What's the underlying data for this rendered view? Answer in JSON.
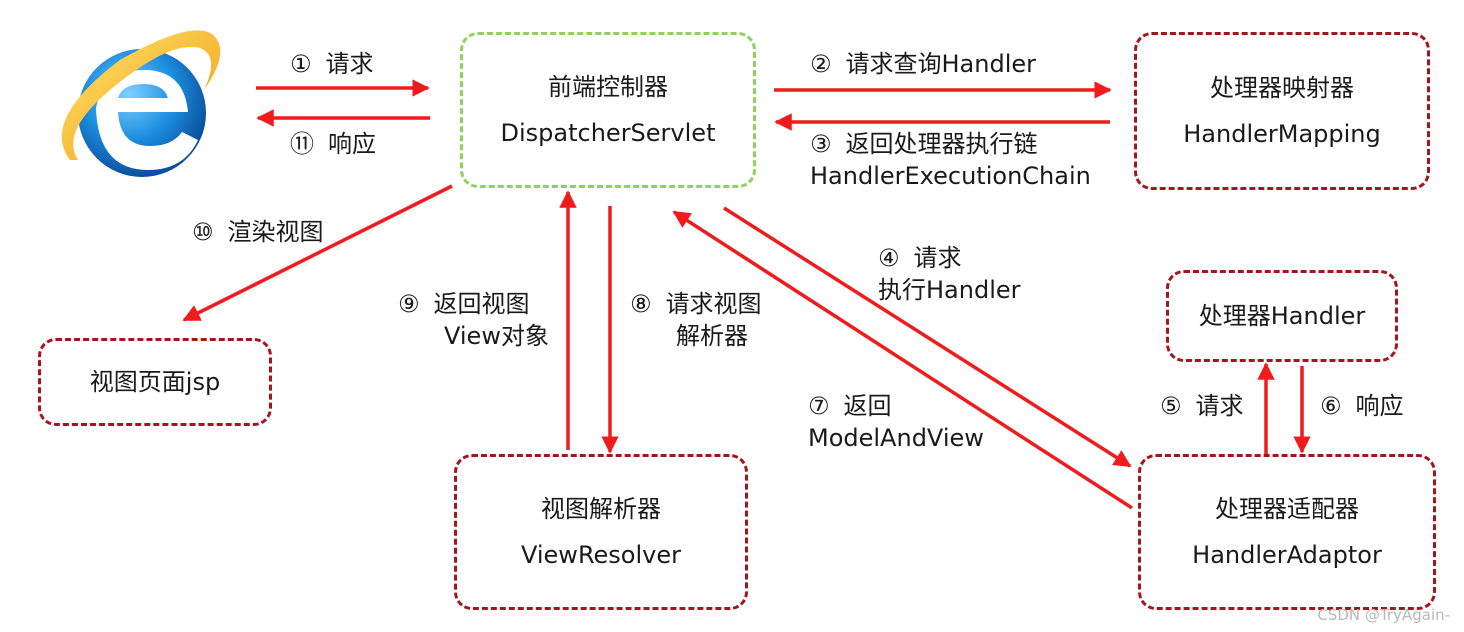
{
  "colors": {
    "arrow": "#ee1c1c",
    "node_border": "#a8141c",
    "front_border": "#8fd25a"
  },
  "icons": {
    "browser": "ie-browser-logo"
  },
  "nodes": {
    "front_controller": {
      "cn": "前端控制器",
      "en": "DispatcherServlet"
    },
    "handler_mapping": {
      "cn": "处理器映射器",
      "en": "HandlerMapping"
    },
    "handler": {
      "cn": "处理器Handler"
    },
    "view_jsp": {
      "cn": "视图页面jsp"
    },
    "view_resolver": {
      "cn": "视图解析器",
      "en": "ViewResolver"
    },
    "handler_adaptor": {
      "cn": "处理器适配器",
      "en": "HandlerAdaptor"
    }
  },
  "steps": {
    "s1": {
      "num": "①",
      "text": "请求"
    },
    "s2": {
      "num": "②",
      "text": "请求查询Handler"
    },
    "s3": {
      "num": "③",
      "text": "返回处理器执行链",
      "text2": "HandlerExecutionChain"
    },
    "s4": {
      "num": "④",
      "text": "请求",
      "text2": "执行Handler"
    },
    "s5": {
      "num": "⑤",
      "text": "请求"
    },
    "s6": {
      "num": "⑥",
      "text": "响应"
    },
    "s7": {
      "num": "⑦",
      "text": "返回",
      "text2": "ModelAndView"
    },
    "s8": {
      "num": "⑧",
      "text": "请求视图",
      "text2": "解析器"
    },
    "s9": {
      "num": "⑨",
      "text": "返回视图",
      "text2": "View对象"
    },
    "s10": {
      "num": "⑩",
      "text": "渲染视图"
    },
    "s11": {
      "num": "⑪",
      "text": "响应"
    }
  },
  "watermark": "CSDN @TryAgain-"
}
